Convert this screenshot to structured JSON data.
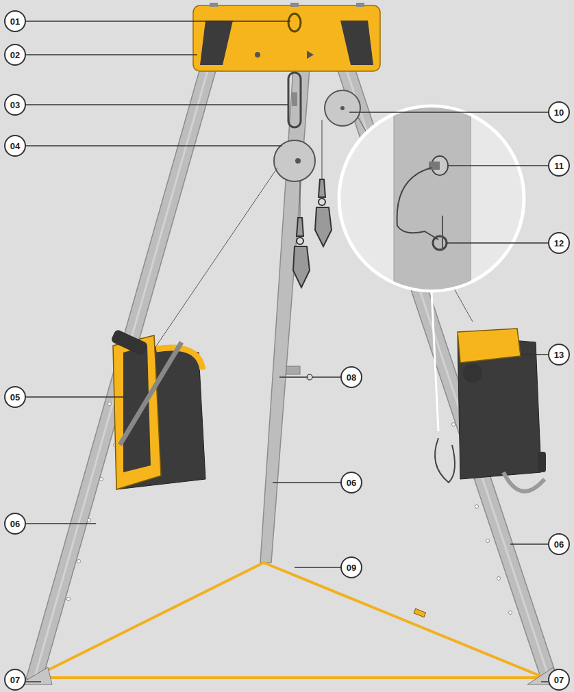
{
  "diagram": {
    "labels": [
      "01",
      "02",
      "03",
      "10",
      "04",
      "11",
      "12",
      "13",
      "08",
      "05",
      "06",
      "06",
      "06",
      "09",
      "07",
      "07"
    ]
  }
}
